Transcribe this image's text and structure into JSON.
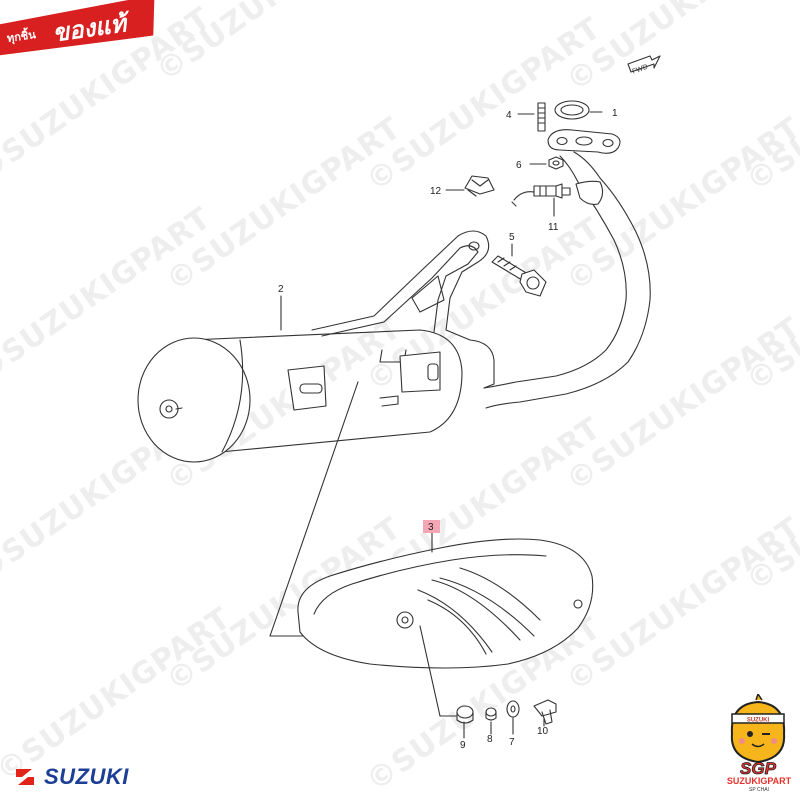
{
  "badge": {
    "left_text": "ทุกชิ้น",
    "right_text": "ของแท้",
    "color": "#d7201f"
  },
  "watermark": {
    "text": "©SUZUKIGPART"
  },
  "direction_label": "FWD",
  "callouts": {
    "p1": "1",
    "p2": "2",
    "p3": "3",
    "p4": "4",
    "p5": "5",
    "p6": "6",
    "p7": "7",
    "p8": "8",
    "p9": "9",
    "p10": "10",
    "p11": "11",
    "p12": "12"
  },
  "highlight_color": "#f4a6b4",
  "brand": {
    "name": "SUZUKI",
    "color": "#1c3f95"
  },
  "mascot": {
    "headband": "SUZUKI",
    "brand": "SUZUKIGPART",
    "sub": "SP CHAI",
    "letters": "SGP",
    "letters_color": "#e8302a"
  }
}
